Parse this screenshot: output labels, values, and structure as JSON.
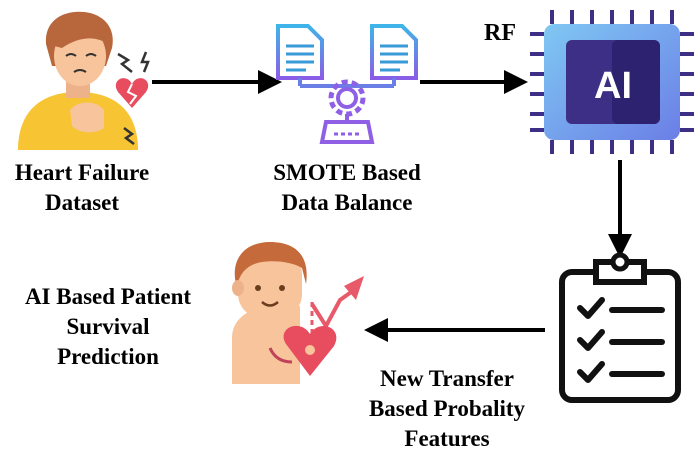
{
  "nodes": {
    "dataset": {
      "icon": "heart-failure-patient-icon",
      "lines": [
        "Heart Failure",
        "Dataset"
      ]
    },
    "smote": {
      "icon": "document-balance-gear-icon",
      "lines": [
        "SMOTE Based",
        "Data Balance"
      ]
    },
    "rf": {
      "icon": "ai-chip-icon",
      "label": "RF",
      "chip_text": "AI"
    },
    "features": {
      "icon": "clipboard-checklist-icon",
      "lines": [
        "New Transfer",
        "Based Probality",
        "Features"
      ]
    },
    "prediction": {
      "icon": "patient-heart-trend-icon",
      "lines": [
        "AI Based Patient",
        "Survival",
        "Prediction"
      ]
    }
  },
  "colors": {
    "skin": "#f7c49c",
    "hair": "#b8663c",
    "shirt": "#f7c534",
    "heart": "#e84d5f",
    "lightning": "#333333",
    "doc_blue": "#3a9ad9",
    "gear_purple": "#8f5fe6",
    "chip_dark": "#3d2f86",
    "chip_light": "#9ad3f5",
    "chip_mid": "#6a9be8",
    "arrow": "#000000",
    "trend": "#e85a6a"
  }
}
